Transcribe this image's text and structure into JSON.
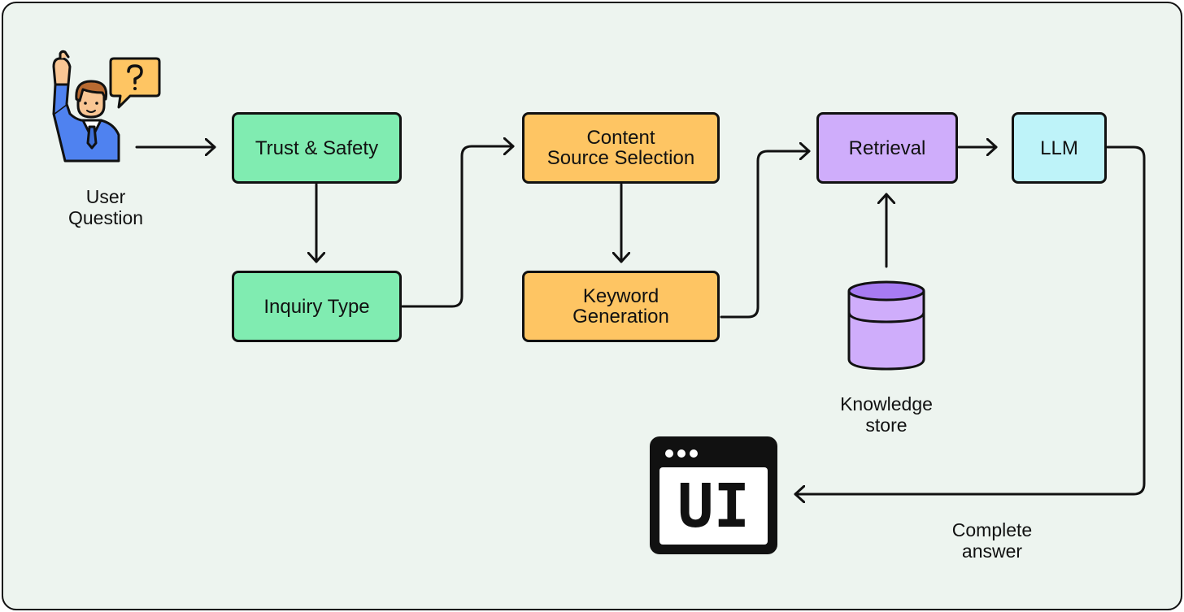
{
  "colors": {
    "background": "#edf4ef",
    "green_box": "#80ecb1",
    "orange_box": "#fec563",
    "purple_box": "#cfadfb",
    "cyan_box": "#bef3f9",
    "stroke": "#111111"
  },
  "icons": {
    "user": "person-raising-hand-with-question-bubble-icon",
    "database": "database-cylinder-icon",
    "ui": "ui-window-icon"
  },
  "user": {
    "label": "User\nQuestion"
  },
  "nodes": {
    "trust_safety": "Trust & Safety",
    "inquiry_type": "Inquiry Type",
    "content_source": "Content\nSource Selection",
    "keyword_generation": "Keyword\nGeneration",
    "retrieval": "Retrieval",
    "llm": "LLM"
  },
  "knowledge_store": {
    "label": "Knowledge\nstore"
  },
  "ui_window": {
    "text": "UI"
  },
  "edge_labels": {
    "complete_answer": "Complete\nanswer"
  }
}
